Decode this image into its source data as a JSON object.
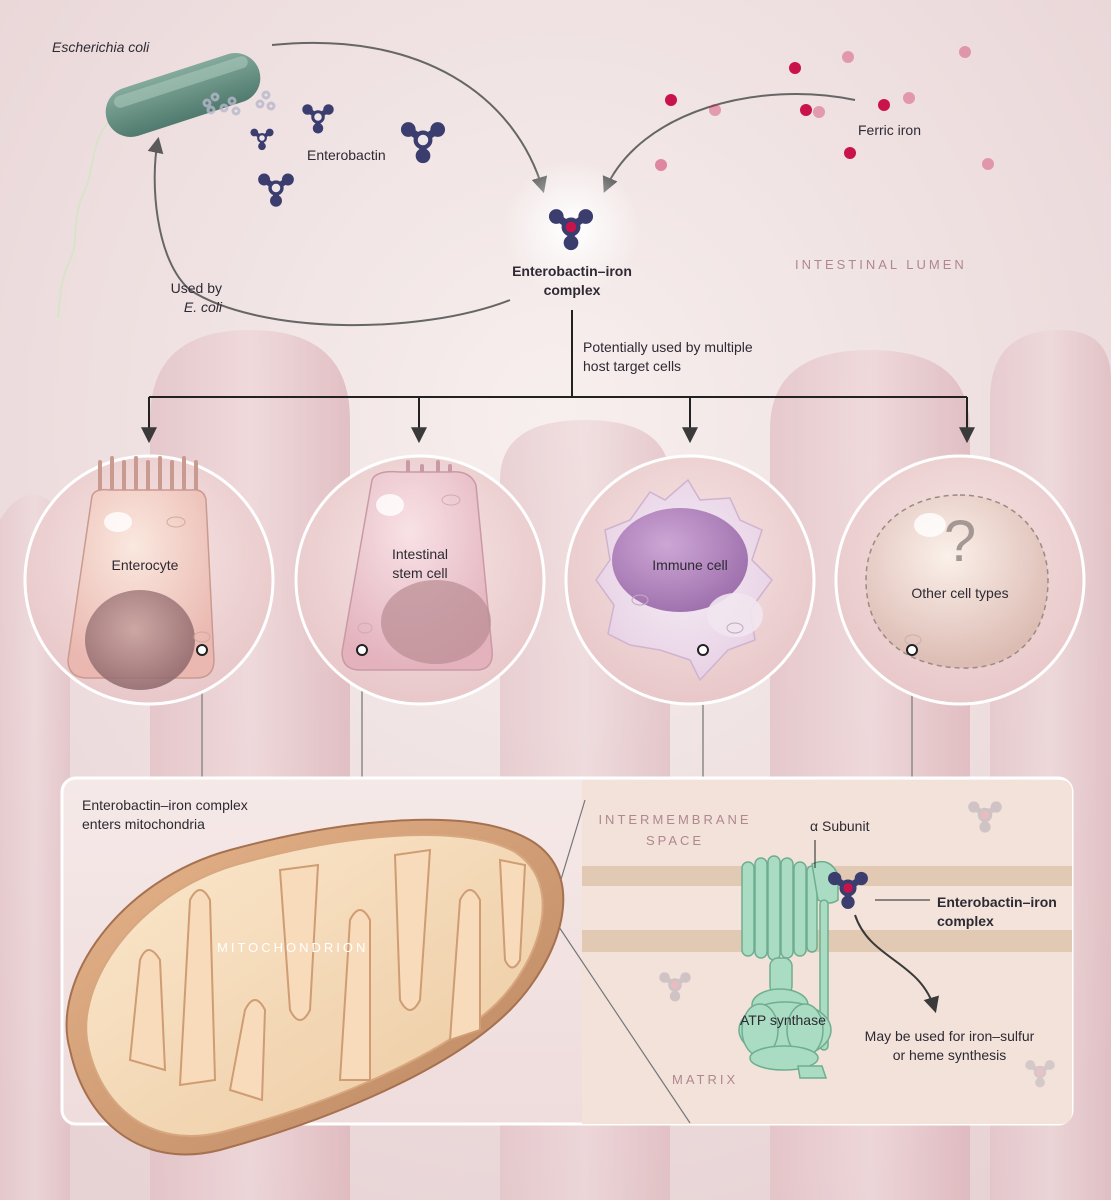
{
  "top": {
    "bacterium_label": "Escherichia coli",
    "siderophore_label": "Enterobactin",
    "iron_label": "Ferric iron",
    "complex_label_line1": "Enterobactin–iron",
    "complex_label_line2": "complex",
    "used_by_line1": "Used by",
    "used_by_line2": "E. coli",
    "lumen_label": "INTESTINAL LUMEN",
    "host_use_line1": "Potentially used by multiple",
    "host_use_line2": "host target cells"
  },
  "cells": [
    {
      "label_line1": "Enterocyte",
      "label_line2": ""
    },
    {
      "label_line1": "Intestinal",
      "label_line2": "stem cell"
    },
    {
      "label_line1": "Immune cell",
      "label_line2": ""
    },
    {
      "label_line1": "Other cell types",
      "label_line2": ""
    }
  ],
  "other_cell_symbol": "?",
  "mito_panel": {
    "enters_line1": "Enterobactin–iron complex",
    "enters_line2": "enters mitochondria",
    "mitochondrion_label": "MITOCHONDRION",
    "intermembrane_line1": "INTERMEMBRANE",
    "intermembrane_line2": "SPACE",
    "matrix_label": "MATRIX",
    "alpha_label": "α Subunit",
    "complex_line1": "Enterobactin–iron",
    "complex_line2": "complex",
    "atp_label": "ATP synthase",
    "use_line1": "May be used for iron–sulfur",
    "use_line2": "or heme synthesis"
  },
  "colors": {
    "iron": "#c8144a",
    "enterobactin": "#3a3d6e",
    "bacterium": "#5f8a7c",
    "atp_synthase": "#a9dcc2",
    "background": "#efe3e3"
  }
}
